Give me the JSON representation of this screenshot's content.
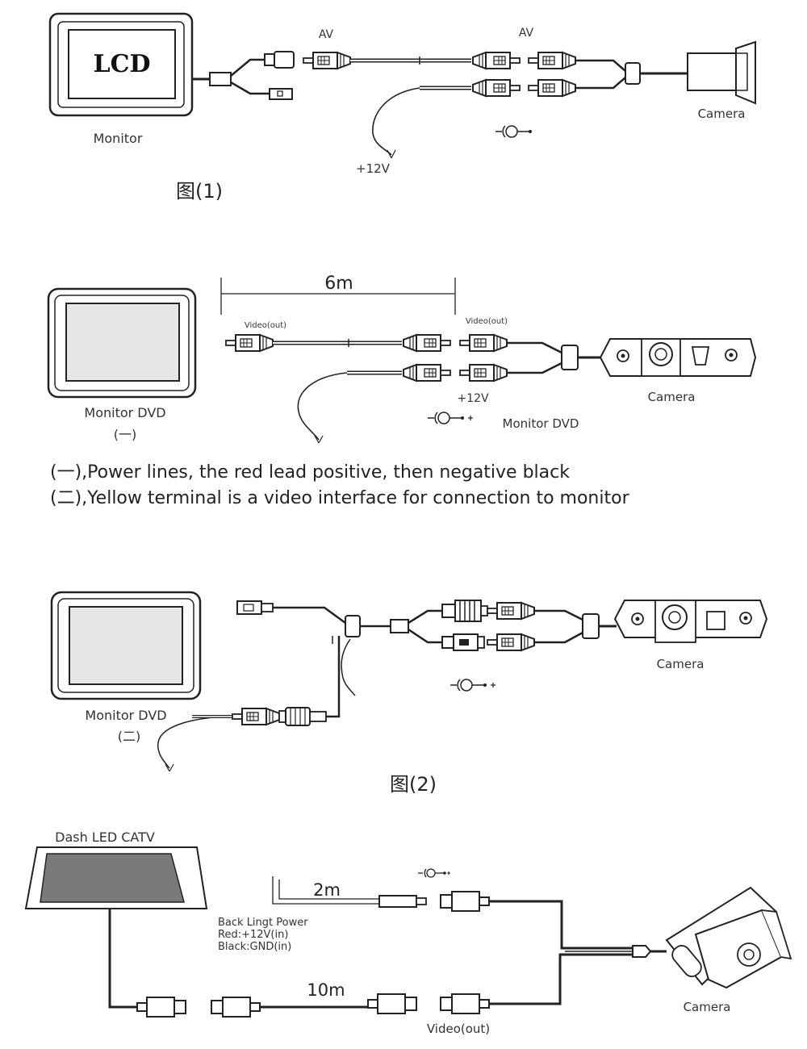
{
  "fig1": {
    "lcd": "LCD",
    "monitor": "Monitor",
    "av_left": "AV",
    "av_right": "AV",
    "camera": "Camera",
    "power": "+12V",
    "caption": "图(1)"
  },
  "fig2a": {
    "length": "6m",
    "video_out_left": "Video(out)",
    "video_out_right": "Video(out)",
    "power": "+12V",
    "camera": "Camera",
    "monitor_dvd_left": "Monitor DVD",
    "monitor_dvd_left_mark": "(一)",
    "monitor_dvd_center": "Monitor DVD"
  },
  "notes": {
    "line1": "(一),Power lines, the red lead positive, then negative black",
    "line2": "(二),Yellow terminal is a video interface for connection to monitor"
  },
  "fig2b": {
    "monitor_dvd": "Monitor DVD",
    "monitor_dvd_mark": "(二)",
    "camera": "Camera",
    "caption": "图(2)"
  },
  "fig3": {
    "dash": "Dash LED CATV",
    "len_short": "2m",
    "back_light": "Back Lingt Power",
    "red": "Red:+12V(in)",
    "black": "Black:GND(in)",
    "len_long": "10m",
    "video_out": "Video(out)",
    "camera": "Camera"
  }
}
